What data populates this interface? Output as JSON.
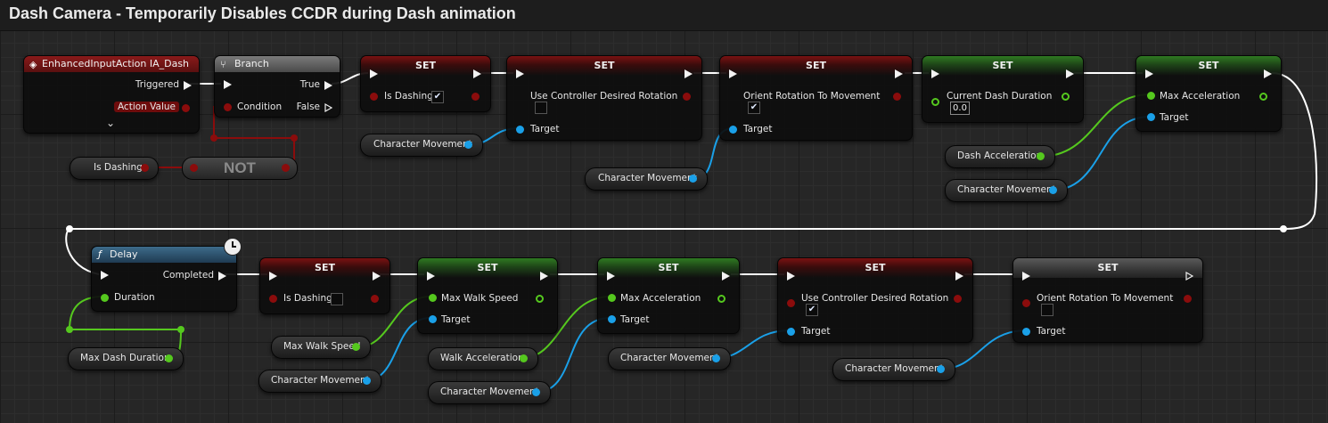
{
  "title": "Dash Camera - Temporarily Disables CCDR during Dash animation",
  "colors": {
    "exec": "#ffffff",
    "bool": "#8b0c0c",
    "float": "#7ee332",
    "object": "#1aa0e8"
  },
  "event_node": {
    "title": "EnhancedInputAction IA_Dash",
    "triggered": "Triggered",
    "action_value": "Action Value",
    "icon": "event-diamond-icon"
  },
  "branch_node": {
    "title": "Branch",
    "true": "True",
    "false": "False",
    "condition": "Condition",
    "icon": "branch-icon"
  },
  "not_node": {
    "label": "NOT"
  },
  "get_is_dashing": {
    "label": "Is Dashing"
  },
  "row1": [
    {
      "title": "SET",
      "var": "Is Dashing",
      "checked": "✔"
    },
    {
      "title": "SET",
      "var": "Use Controller Desired Rotation",
      "target": "Target"
    },
    {
      "title": "SET",
      "var": "Orient Rotation To Movement",
      "checked": "✔",
      "target": "Target"
    },
    {
      "title": "SET",
      "var": "Current Dash Duration",
      "value": "0.0"
    },
    {
      "title": "SET",
      "var": "Max Acceleration",
      "target": "Target"
    }
  ],
  "row1_getters": [
    "Character Movement",
    "Character Movement",
    "Dash Acceleration",
    "Character Movement"
  ],
  "delay_node": {
    "title": "Delay",
    "completed": "Completed",
    "duration": "Duration",
    "icon": "function-icon",
    "clock_icon": "clock-icon"
  },
  "row2": [
    {
      "title": "SET",
      "var": "Is Dashing"
    },
    {
      "title": "SET",
      "var": "Max Walk Speed",
      "target": "Target"
    },
    {
      "title": "SET",
      "var": "Max Acceleration",
      "target": "Target"
    },
    {
      "title": "SET",
      "var": "Use Controller Desired Rotation",
      "checked": "✔",
      "target": "Target"
    },
    {
      "title": "SET",
      "var": "Orient Rotation To Movement",
      "target": "Target"
    }
  ],
  "row2_getters": [
    "Max Dash Duration",
    "Max Walk Speed",
    "Character Movement",
    "Walk Acceleration",
    "Character Movement",
    "Character Movement",
    "Character Movement"
  ]
}
